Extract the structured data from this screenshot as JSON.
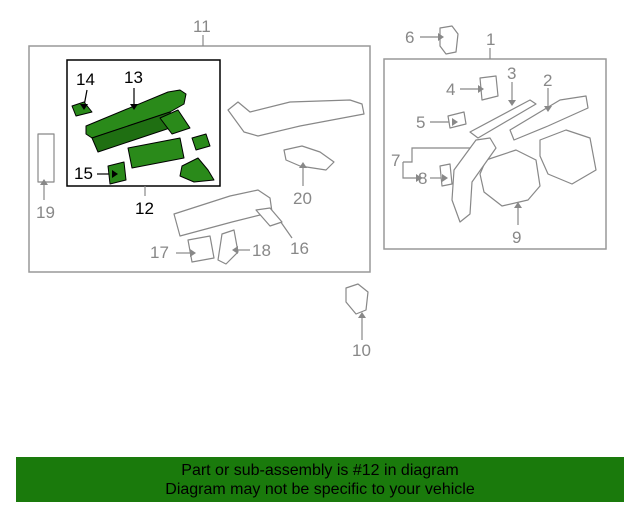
{
  "callouts": {
    "n1": "1",
    "n2": "2",
    "n3": "3",
    "n4": "4",
    "n5": "5",
    "n6": "6",
    "n7": "7",
    "n8": "8",
    "n9": "9",
    "n10": "10",
    "n11": "11",
    "n12": "12",
    "n13": "13",
    "n14": "14",
    "n15": "15",
    "n16": "16",
    "n17": "17",
    "n18": "18",
    "n19": "19",
    "n20": "20"
  },
  "highlighted_part": "12",
  "colors": {
    "highlight_fill": "#2a8a1a",
    "part_stroke": "#888888",
    "box_stroke": "#999999",
    "highlight_box": "#000000",
    "banner_bg": "#1a7a0c"
  },
  "banner": {
    "line1": "Part or sub-assembly is #12 in diagram",
    "line2": "Diagram may not be specific to your vehicle"
  }
}
